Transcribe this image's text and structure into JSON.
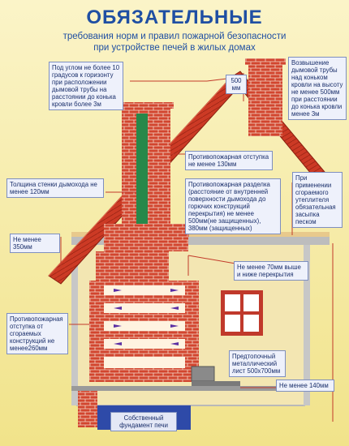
{
  "header": {
    "title": "ОБЯЗАТЕЛЬНЫЕ",
    "subtitle_line1": "требования норм и правил пожарной безопасности",
    "subtitle_line2": "при устройстве печей в жилых домах"
  },
  "notes": {
    "angle": "Под углом не более 10 градусов к горизонту при расположении дымовой трубы на расстоянии до конька кровли более 3м",
    "height_500": "500 мм",
    "elevation": "Возвышение дымовой трубы над коньком кровли на высоту не менее 500мм при расстоянии до конька кровли менее 3м",
    "setback_130": "Противопожарная отступка не менее 130мм",
    "wall_thickness": "Толщина стенки дымохода не менее 120мм",
    "cutting": "Противопожарная разделка (расстояние от внутренней поверхности дымохода до горючих конструкций перекрытия) не менее 500мм(не защищенных), 380мм (защищенных)",
    "insulation": "При применении сгораемого утеплителя обязательная засыпка песком",
    "not_less_350": "Не менее 350мм",
    "overlap_70": "Не менее 70мм выше и ниже перекрытия",
    "setback_260": "Противопожарная отступка от сгораемых конструкций не менее260мм",
    "prefurnace_sheet": "Предтопочный металлический лист 500х700мм",
    "not_less_140": "Не менее 140мм",
    "foundation": "Собственный фундамент печи"
  },
  "colors": {
    "title": "#1f4fa3",
    "brick": "#d2452e",
    "roof": "#cc3a25",
    "flue": "#27884a",
    "insulation": "#e8c98c",
    "foundation": "#2e4aa8",
    "wall": "#c7c7c7",
    "guide_line": "#c23a2a"
  }
}
